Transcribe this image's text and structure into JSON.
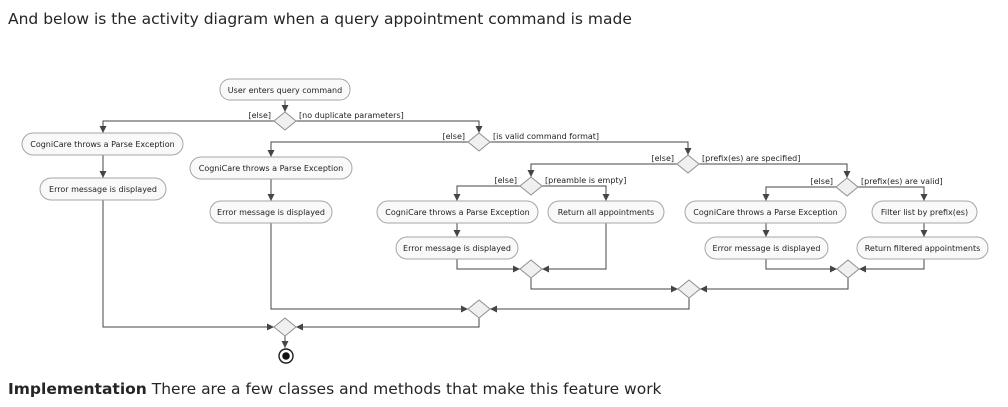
{
  "title": "And below is the activity diagram when a query appointment command is made",
  "footer": {
    "lead": "Implementation",
    "rest": " There are a few classes and methods that make this feature work"
  },
  "colors": {
    "node_fill": "#f9f9f9",
    "node_stroke": "#a6a6a6",
    "diamond_fill": "#f0f0f0",
    "diamond_stroke": "#8f8f8f",
    "edge": "#454545",
    "text": "#1f1f1f"
  },
  "diagram": {
    "start": "User enters query command",
    "guards": {
      "duplicate_else": "[else]",
      "duplicate_ok": "[no duplicate parameters]",
      "format_else": "[else]",
      "format_ok": "[is valid command format]",
      "prefix_specified_else": "[else]",
      "prefix_specified_ok": "[prefix(es) are specified]",
      "preamble_else": "[else]",
      "preamble_ok": "[preamble is empty]",
      "prefix_valid_else": "[else]",
      "prefix_valid_ok": "[prefix(es) are valid]"
    },
    "nodes": {
      "parse_exception_1": "CogniCare throws a Parse Exception",
      "error_displayed_1": "Error message is displayed",
      "parse_exception_2": "CogniCare throws a Parse Exception",
      "error_displayed_2": "Error message is displayed",
      "parse_exception_3": "CogniCare throws a Parse Exception",
      "error_displayed_3": "Error message is displayed",
      "return_all": "Return all appointments",
      "parse_exception_4": "CogniCare throws a Parse Exception",
      "error_displayed_4": "Error message is displayed",
      "filter_by_prefix": "Filter list by prefix(es)",
      "return_filtered": "Return filtered appointments"
    }
  }
}
